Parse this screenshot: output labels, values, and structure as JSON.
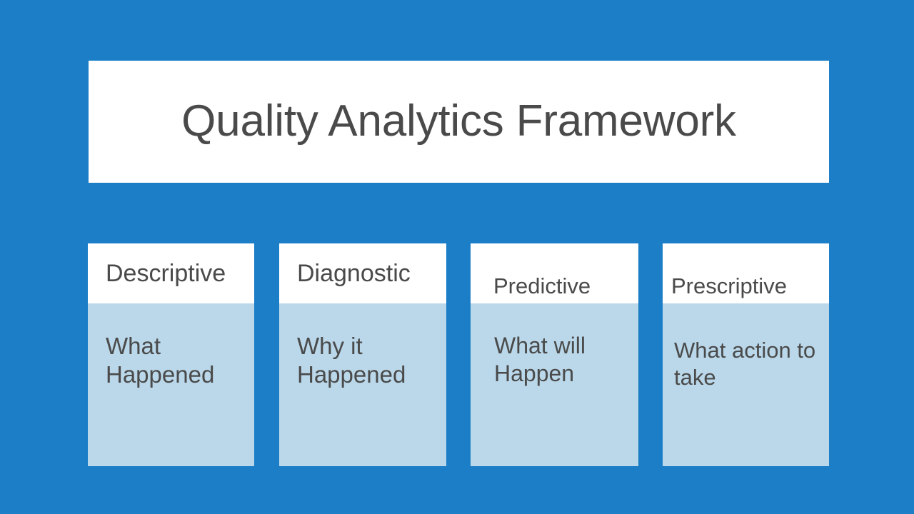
{
  "slide": {
    "background_color": "#1b7ec7",
    "title": "Quality Analytics Framework",
    "title_color": "#4a4a4a",
    "title_background_color": "#ffffff"
  },
  "cards": [
    {
      "id": "descriptive",
      "title": "Descriptive",
      "body": "What Happened",
      "header_background_color": "#ffffff",
      "body_background_color": "#bad8ea",
      "text_color": "#4a4a4a"
    },
    {
      "id": "diagnostic",
      "title": "Diagnostic",
      "body": "Why it Happened",
      "header_background_color": "#ffffff",
      "body_background_color": "#bad8ea",
      "text_color": "#4a4a4a"
    },
    {
      "id": "predictive",
      "title": "Predictive",
      "body": "What will Happen",
      "header_background_color": "#ffffff",
      "body_background_color": "#bad8ea",
      "text_color": "#4a4a4a"
    },
    {
      "id": "prescriptive",
      "title": "Prescriptive",
      "body": "What action to take",
      "header_background_color": "#ffffff",
      "body_background_color": "#bad8ea",
      "text_color": "#4a4a4a"
    }
  ]
}
